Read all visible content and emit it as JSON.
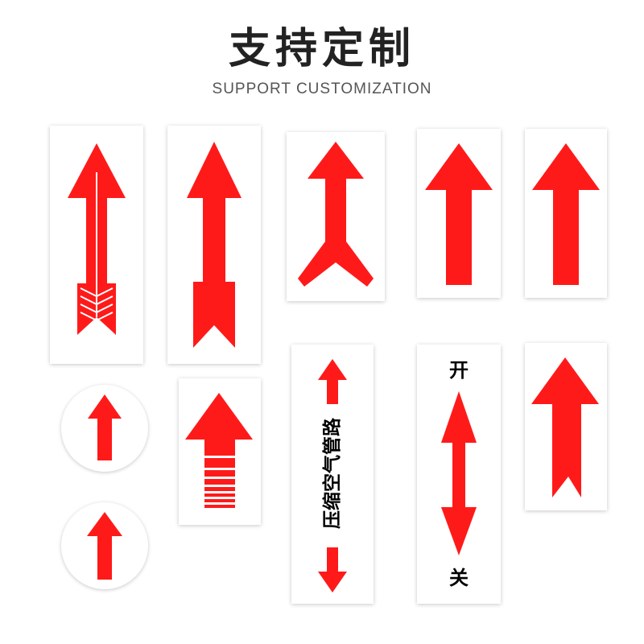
{
  "header": {
    "title": "支持定制",
    "subtitle": "SUPPORT CUSTOMIZATION"
  },
  "colors": {
    "arrow_red": "#ff1a1a",
    "title": "#222222",
    "subtitle": "#555555"
  },
  "stickers": {
    "pipe_label": "压缩空气管路",
    "open_label": "开",
    "close_label": "关"
  }
}
